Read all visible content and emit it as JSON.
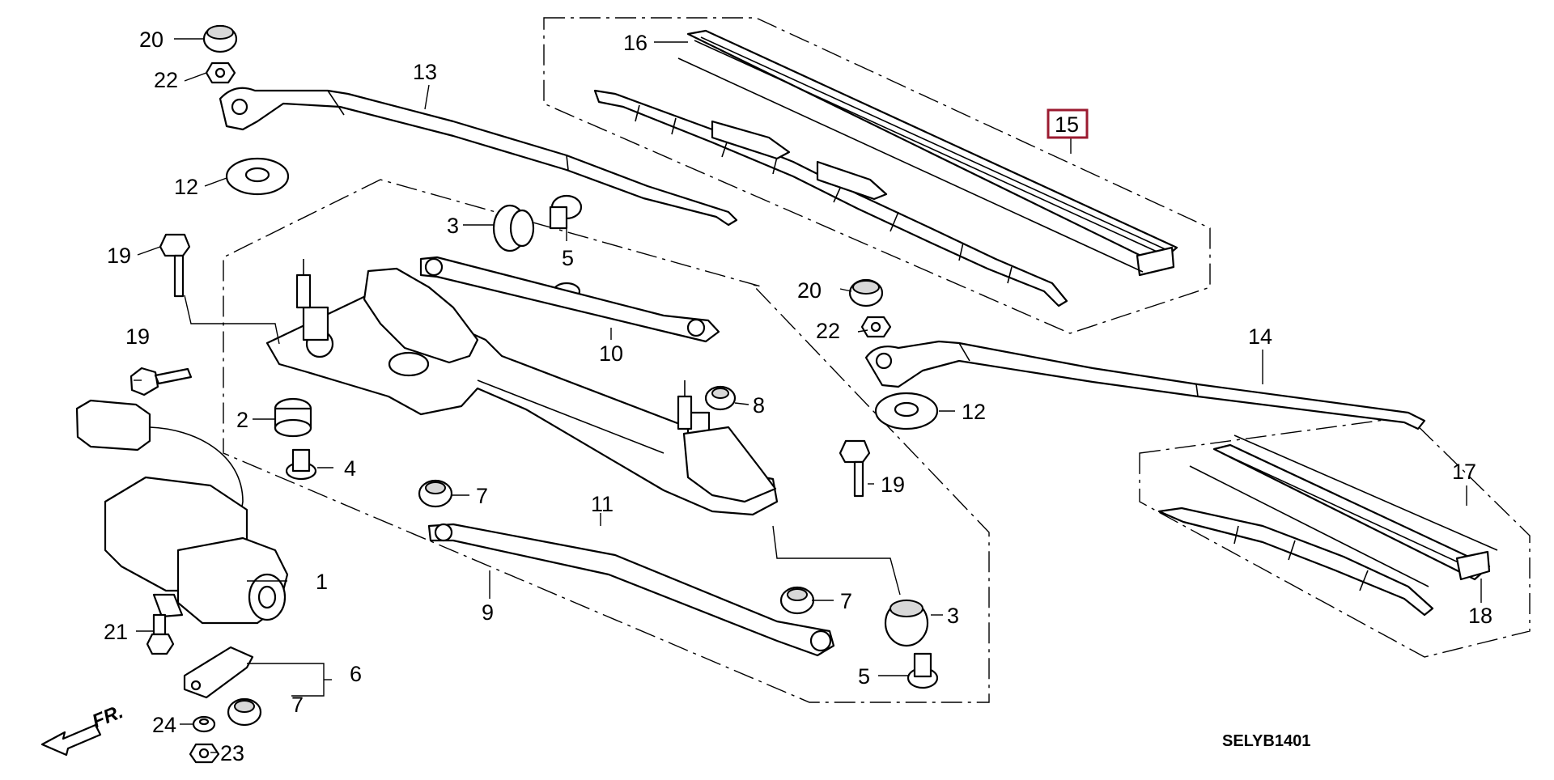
{
  "diagram_code": "SELYB1401",
  "highlight_color": "#9b1b30",
  "direction_marker": {
    "label": "FR."
  },
  "callouts": [
    {
      "id": "c1",
      "label": "1"
    },
    {
      "id": "c2",
      "label": "2"
    },
    {
      "id": "c3a",
      "label": "3"
    },
    {
      "id": "c3b",
      "label": "3"
    },
    {
      "id": "c4",
      "label": "4"
    },
    {
      "id": "c5a",
      "label": "5"
    },
    {
      "id": "c5b",
      "label": "5"
    },
    {
      "id": "c6",
      "label": "6"
    },
    {
      "id": "c7a",
      "label": "7"
    },
    {
      "id": "c7b",
      "label": "7"
    },
    {
      "id": "c7c",
      "label": "7"
    },
    {
      "id": "c8",
      "label": "8"
    },
    {
      "id": "c9",
      "label": "9"
    },
    {
      "id": "c10",
      "label": "10"
    },
    {
      "id": "c11",
      "label": "11"
    },
    {
      "id": "c12a",
      "label": "12"
    },
    {
      "id": "c12b",
      "label": "12"
    },
    {
      "id": "c13",
      "label": "13"
    },
    {
      "id": "c14",
      "label": "14"
    },
    {
      "id": "c15",
      "label": "15",
      "highlighted": true
    },
    {
      "id": "c16",
      "label": "16"
    },
    {
      "id": "c17",
      "label": "17"
    },
    {
      "id": "c18",
      "label": "18"
    },
    {
      "id": "c19a",
      "label": "19"
    },
    {
      "id": "c19b",
      "label": "19"
    },
    {
      "id": "c19c",
      "label": "19"
    },
    {
      "id": "c20a",
      "label": "20"
    },
    {
      "id": "c20b",
      "label": "20"
    },
    {
      "id": "c21",
      "label": "21"
    },
    {
      "id": "c22a",
      "label": "22"
    },
    {
      "id": "c22b",
      "label": "22"
    },
    {
      "id": "c23",
      "label": "23"
    },
    {
      "id": "c24",
      "label": "24"
    }
  ]
}
